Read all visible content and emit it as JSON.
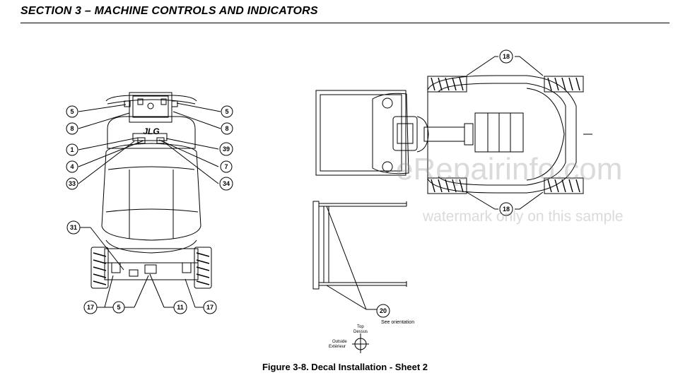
{
  "header": {
    "title": "SECTION 3 – MACHINE CONTROLS AND INDICATORS"
  },
  "figure": {
    "caption": "Figure 3-8. Decal Installation - Sheet 2"
  },
  "callouts": {
    "c5_left": "5",
    "c8_left": "8",
    "c1": "1",
    "c4": "4",
    "c33": "33",
    "c31": "31",
    "c5_right": "5",
    "c8_right": "8",
    "c39": "39",
    "c7": "7",
    "c34": "34",
    "c17_left": "17",
    "c5_bottom": "5",
    "c11": "11",
    "c17_right": "17",
    "c18_top": "18",
    "c18_bottom": "18",
    "c20": "20"
  },
  "machine": {
    "logo": "JLG"
  },
  "orientation": {
    "note": "See orientation",
    "top_en": "Top",
    "top_fr": "Dessus",
    "outside_en": "Outside",
    "outside_fr": "Extérieur"
  },
  "watermark": {
    "line1": "eRepairinfo.com",
    "line2": "watermark only on this sample"
  }
}
